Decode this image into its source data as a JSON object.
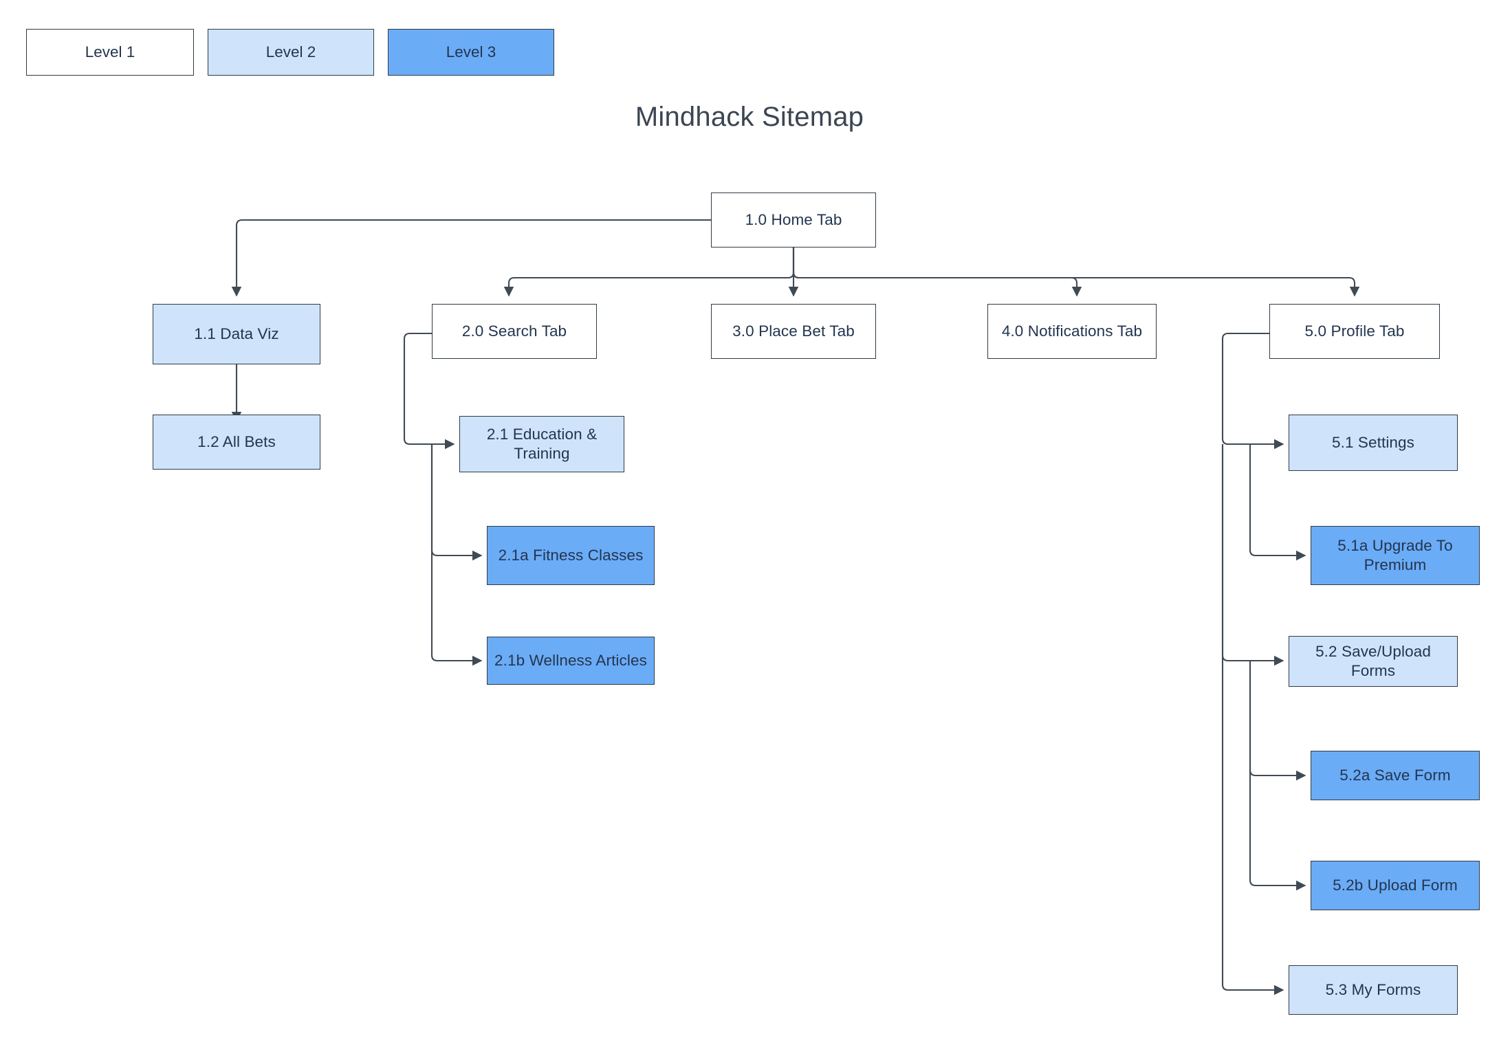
{
  "title": "Mindhack Sitemap",
  "colors": {
    "level1_fill": "#ffffff",
    "level2_fill": "#cfe4fb",
    "level3_fill": "#6bacf7",
    "border": "#2f3a45",
    "text": "#23354f",
    "title_text": "#3b4552",
    "connector": "#404a54",
    "background": "#ffffff"
  },
  "legend": {
    "items": [
      {
        "label": "Level 1",
        "level": 1
      },
      {
        "label": "Level 2",
        "level": 2
      },
      {
        "label": "Level 3",
        "level": 3
      }
    ]
  },
  "nodes": {
    "home": {
      "label": "1.0 Home Tab",
      "level": 1
    },
    "dataviz": {
      "label": "1.1 Data Viz",
      "level": 2
    },
    "allbets": {
      "label": "1.2 All Bets",
      "level": 2
    },
    "search": {
      "label": "2.0 Search Tab",
      "level": 1
    },
    "education": {
      "label": "2.1 Education & Training",
      "level": 2
    },
    "fitness": {
      "label": "2.1a Fitness Classes",
      "level": 3
    },
    "wellness": {
      "label": "2.1b Wellness Articles",
      "level": 3
    },
    "placebet": {
      "label": "3.0 Place Bet Tab",
      "level": 1
    },
    "notifications": {
      "label": "4.0 Notifications Tab",
      "level": 1
    },
    "profile": {
      "label": "5.0 Profile Tab",
      "level": 1
    },
    "settings": {
      "label": "5.1 Settings",
      "level": 2
    },
    "upgrade": {
      "label": "5.1a Upgrade To Premium",
      "level": 3
    },
    "saveupload": {
      "label": "5.2 Save/Upload Forms",
      "level": 2
    },
    "saveform": {
      "label": "5.2a Save Form",
      "level": 3
    },
    "uploadform": {
      "label": "5.2b Upload Form",
      "level": 3
    },
    "myforms": {
      "label": "5.3 My Forms",
      "level": 2
    }
  },
  "edges": [
    {
      "from": "home",
      "to": "dataviz"
    },
    {
      "from": "home",
      "to": "search"
    },
    {
      "from": "home",
      "to": "placebet"
    },
    {
      "from": "home",
      "to": "notifications"
    },
    {
      "from": "home",
      "to": "profile"
    },
    {
      "from": "dataviz",
      "to": "allbets"
    },
    {
      "from": "search",
      "to": "education"
    },
    {
      "from": "education",
      "to": "fitness"
    },
    {
      "from": "education",
      "to": "wellness"
    },
    {
      "from": "profile",
      "to": "settings"
    },
    {
      "from": "settings",
      "to": "upgrade"
    },
    {
      "from": "profile",
      "to": "saveupload"
    },
    {
      "from": "saveupload",
      "to": "saveform"
    },
    {
      "from": "saveupload",
      "to": "uploadform"
    },
    {
      "from": "profile",
      "to": "myforms"
    }
  ]
}
